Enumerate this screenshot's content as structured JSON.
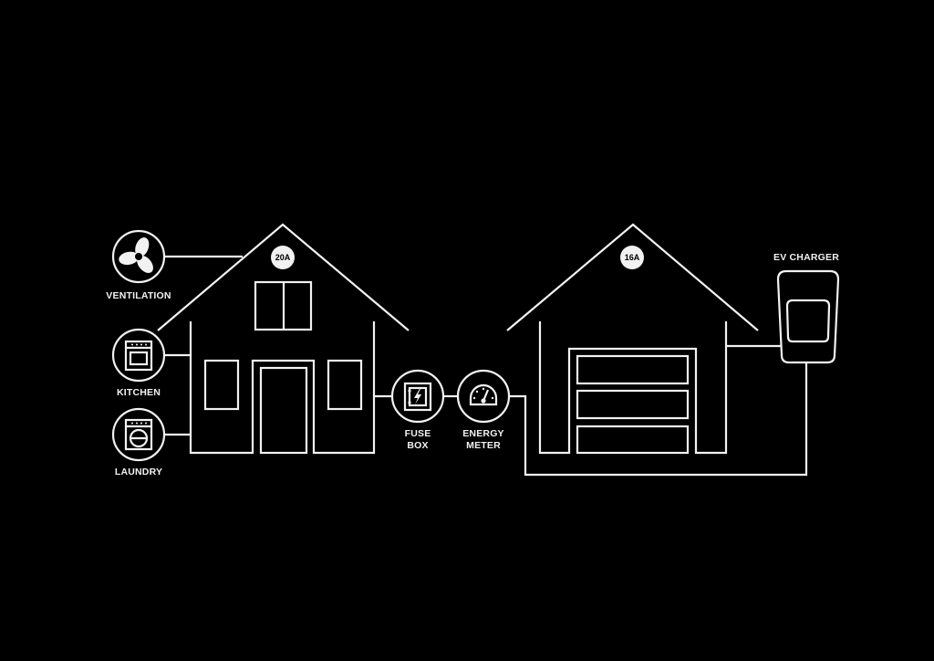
{
  "colors": {
    "background": "#000000",
    "line": "#f2f2f2"
  },
  "house": {
    "breaker": "20A"
  },
  "garage": {
    "breaker": "16A"
  },
  "appliances": [
    {
      "id": "ventilation",
      "label": "VENTILATION",
      "icon": "fan-icon"
    },
    {
      "id": "kitchen",
      "label": "KITCHEN",
      "icon": "oven-icon"
    },
    {
      "id": "laundry",
      "label": "LAUNDRY",
      "icon": "washing-machine-icon"
    }
  ],
  "fuse_box": {
    "label_line1": "FUSE",
    "label_line2": "BOX",
    "icon": "fuse-box-icon"
  },
  "energy_meter": {
    "label_line1": "ENERGY",
    "label_line2": "METER",
    "icon": "gauge-icon"
  },
  "ev_charger": {
    "label": "EV CHARGER",
    "icon": "ev-charger-icon"
  }
}
